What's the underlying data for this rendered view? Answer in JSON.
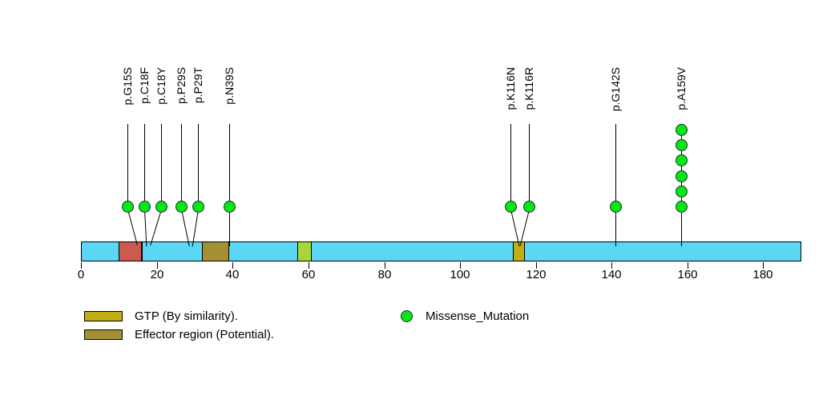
{
  "chart_data": {
    "type": "lollipop",
    "title": "",
    "xlabel": "",
    "ylabel": "",
    "xlim": [
      0,
      190
    ],
    "grid": false,
    "protein": {
      "length": 190,
      "backbone_color": "#5CD6F5",
      "start": 0,
      "end": 190
    },
    "domains": [
      {
        "name": "Effector region (Potential).",
        "start": 10,
        "end": 16,
        "color": "#CC5B4F"
      },
      {
        "name": "Effector region (Potential).",
        "start": 32,
        "end": 39,
        "color": "#A39034"
      },
      {
        "name": "GTP (By similarity).",
        "start": 57,
        "end": 61,
        "color": "#A8D63A"
      },
      {
        "name": "GTP (By similarity).",
        "start": 114,
        "end": 117,
        "color": "#BFAF15"
      }
    ],
    "axis_ticks": [
      0,
      20,
      40,
      60,
      80,
      100,
      120,
      140,
      160,
      180
    ],
    "mutations": [
      {
        "label": "p.G15S",
        "position": 12,
        "count": 1,
        "type": "Missense_Mutation"
      },
      {
        "label": "p.C18F",
        "position": 15,
        "count": 1,
        "type": "Missense_Mutation"
      },
      {
        "label": "p.C18Y",
        "position": 18,
        "count": 1,
        "type": "Missense_Mutation"
      },
      {
        "label": "p.P29S",
        "position": 25,
        "count": 1,
        "type": "Missense_Mutation"
      },
      {
        "label": "p.P29T",
        "position": 29,
        "count": 1,
        "type": "Missense_Mutation"
      },
      {
        "label": "p.N39S",
        "position": 39,
        "count": 1,
        "type": "Missense_Mutation"
      },
      {
        "label": "p.K116N",
        "position": 113,
        "count": 1,
        "type": "Missense_Mutation"
      },
      {
        "label": "p.K116R",
        "position": 117,
        "count": 1,
        "type": "Missense_Mutation"
      },
      {
        "label": "p.G142S",
        "position": 141,
        "count": 1,
        "type": "Missense_Mutation"
      },
      {
        "label": "p.A159V",
        "position": 158,
        "count": 6,
        "type": "Missense_Mutation"
      }
    ],
    "mutation_color": "#00E815"
  },
  "legend": {
    "domain_entries": [
      {
        "label": "GTP (By similarity).",
        "color": "#BFAF15"
      },
      {
        "label": "Effector region (Potential).",
        "color": "#A39034"
      }
    ],
    "mutation_entries": [
      {
        "label": "Missense_Mutation",
        "color": "#00E815"
      }
    ]
  },
  "axis": {
    "tick_labels": [
      "0",
      "20",
      "40",
      "60",
      "80",
      "100",
      "120",
      "140",
      "160",
      "180"
    ]
  }
}
